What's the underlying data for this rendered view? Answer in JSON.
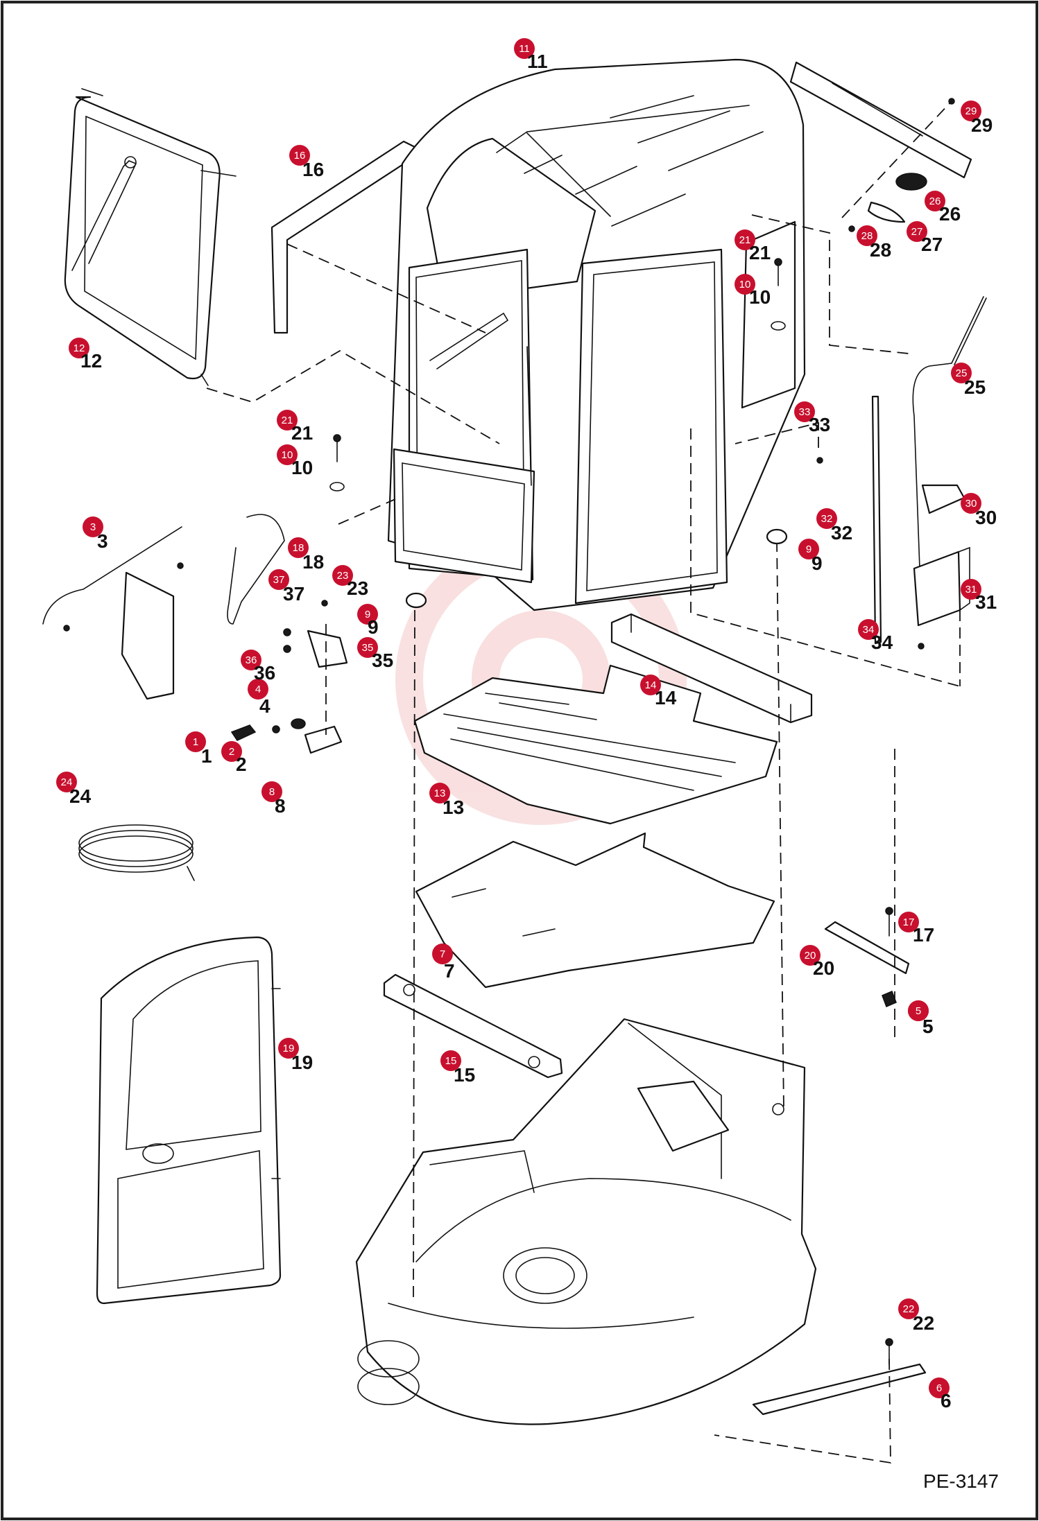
{
  "diagram": {
    "reference": "PE-3147",
    "callouts": [
      {
        "label": "1"
      },
      {
        "label": "2"
      },
      {
        "label": "3"
      },
      {
        "label": "4"
      },
      {
        "label": "5"
      },
      {
        "label": "5"
      },
      {
        "label": "6"
      },
      {
        "label": "7"
      },
      {
        "label": "8"
      },
      {
        "label": "9"
      },
      {
        "label": "9"
      },
      {
        "label": "10"
      },
      {
        "label": "10"
      },
      {
        "label": "11"
      },
      {
        "label": "12"
      },
      {
        "label": "13"
      },
      {
        "label": "14"
      },
      {
        "label": "15"
      },
      {
        "label": "16"
      },
      {
        "label": "17"
      },
      {
        "label": "18"
      },
      {
        "label": "19"
      },
      {
        "label": "20"
      },
      {
        "label": "21"
      },
      {
        "label": "21"
      },
      {
        "label": "22"
      },
      {
        "label": "23"
      },
      {
        "label": "24"
      },
      {
        "label": "25"
      },
      {
        "label": "26"
      },
      {
        "label": "27"
      },
      {
        "label": "28"
      },
      {
        "label": "29"
      },
      {
        "label": "30"
      },
      {
        "label": "31"
      },
      {
        "label": "32"
      },
      {
        "label": "33"
      },
      {
        "label": "34"
      },
      {
        "label": "35"
      },
      {
        "label": "36"
      },
      {
        "label": "37"
      }
    ]
  },
  "colors": {
    "badge": "#c8102e",
    "line": "#111111",
    "border": "#222222"
  }
}
